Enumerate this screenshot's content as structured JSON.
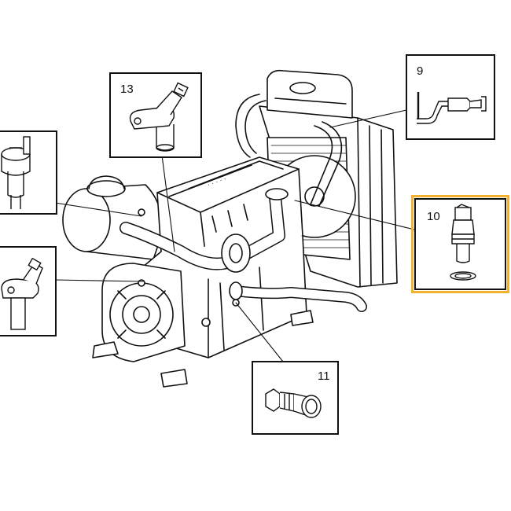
{
  "diagram": {
    "callouts": [
      {
        "id": "9",
        "label": "9",
        "part": "cable-sensor-icon",
        "selected": false
      },
      {
        "id": "13",
        "label": "13",
        "part": "flange-sensor-icon",
        "selected": false
      },
      {
        "id": "10",
        "label": "10",
        "part": "temperature-sensor-icon",
        "selected": true
      },
      {
        "id": "11",
        "label": "11",
        "part": "pressure-switch-icon",
        "selected": false
      }
    ],
    "colors": {
      "line": "#111111",
      "highlight": "#f2b230",
      "background": "#ffffff"
    }
  }
}
